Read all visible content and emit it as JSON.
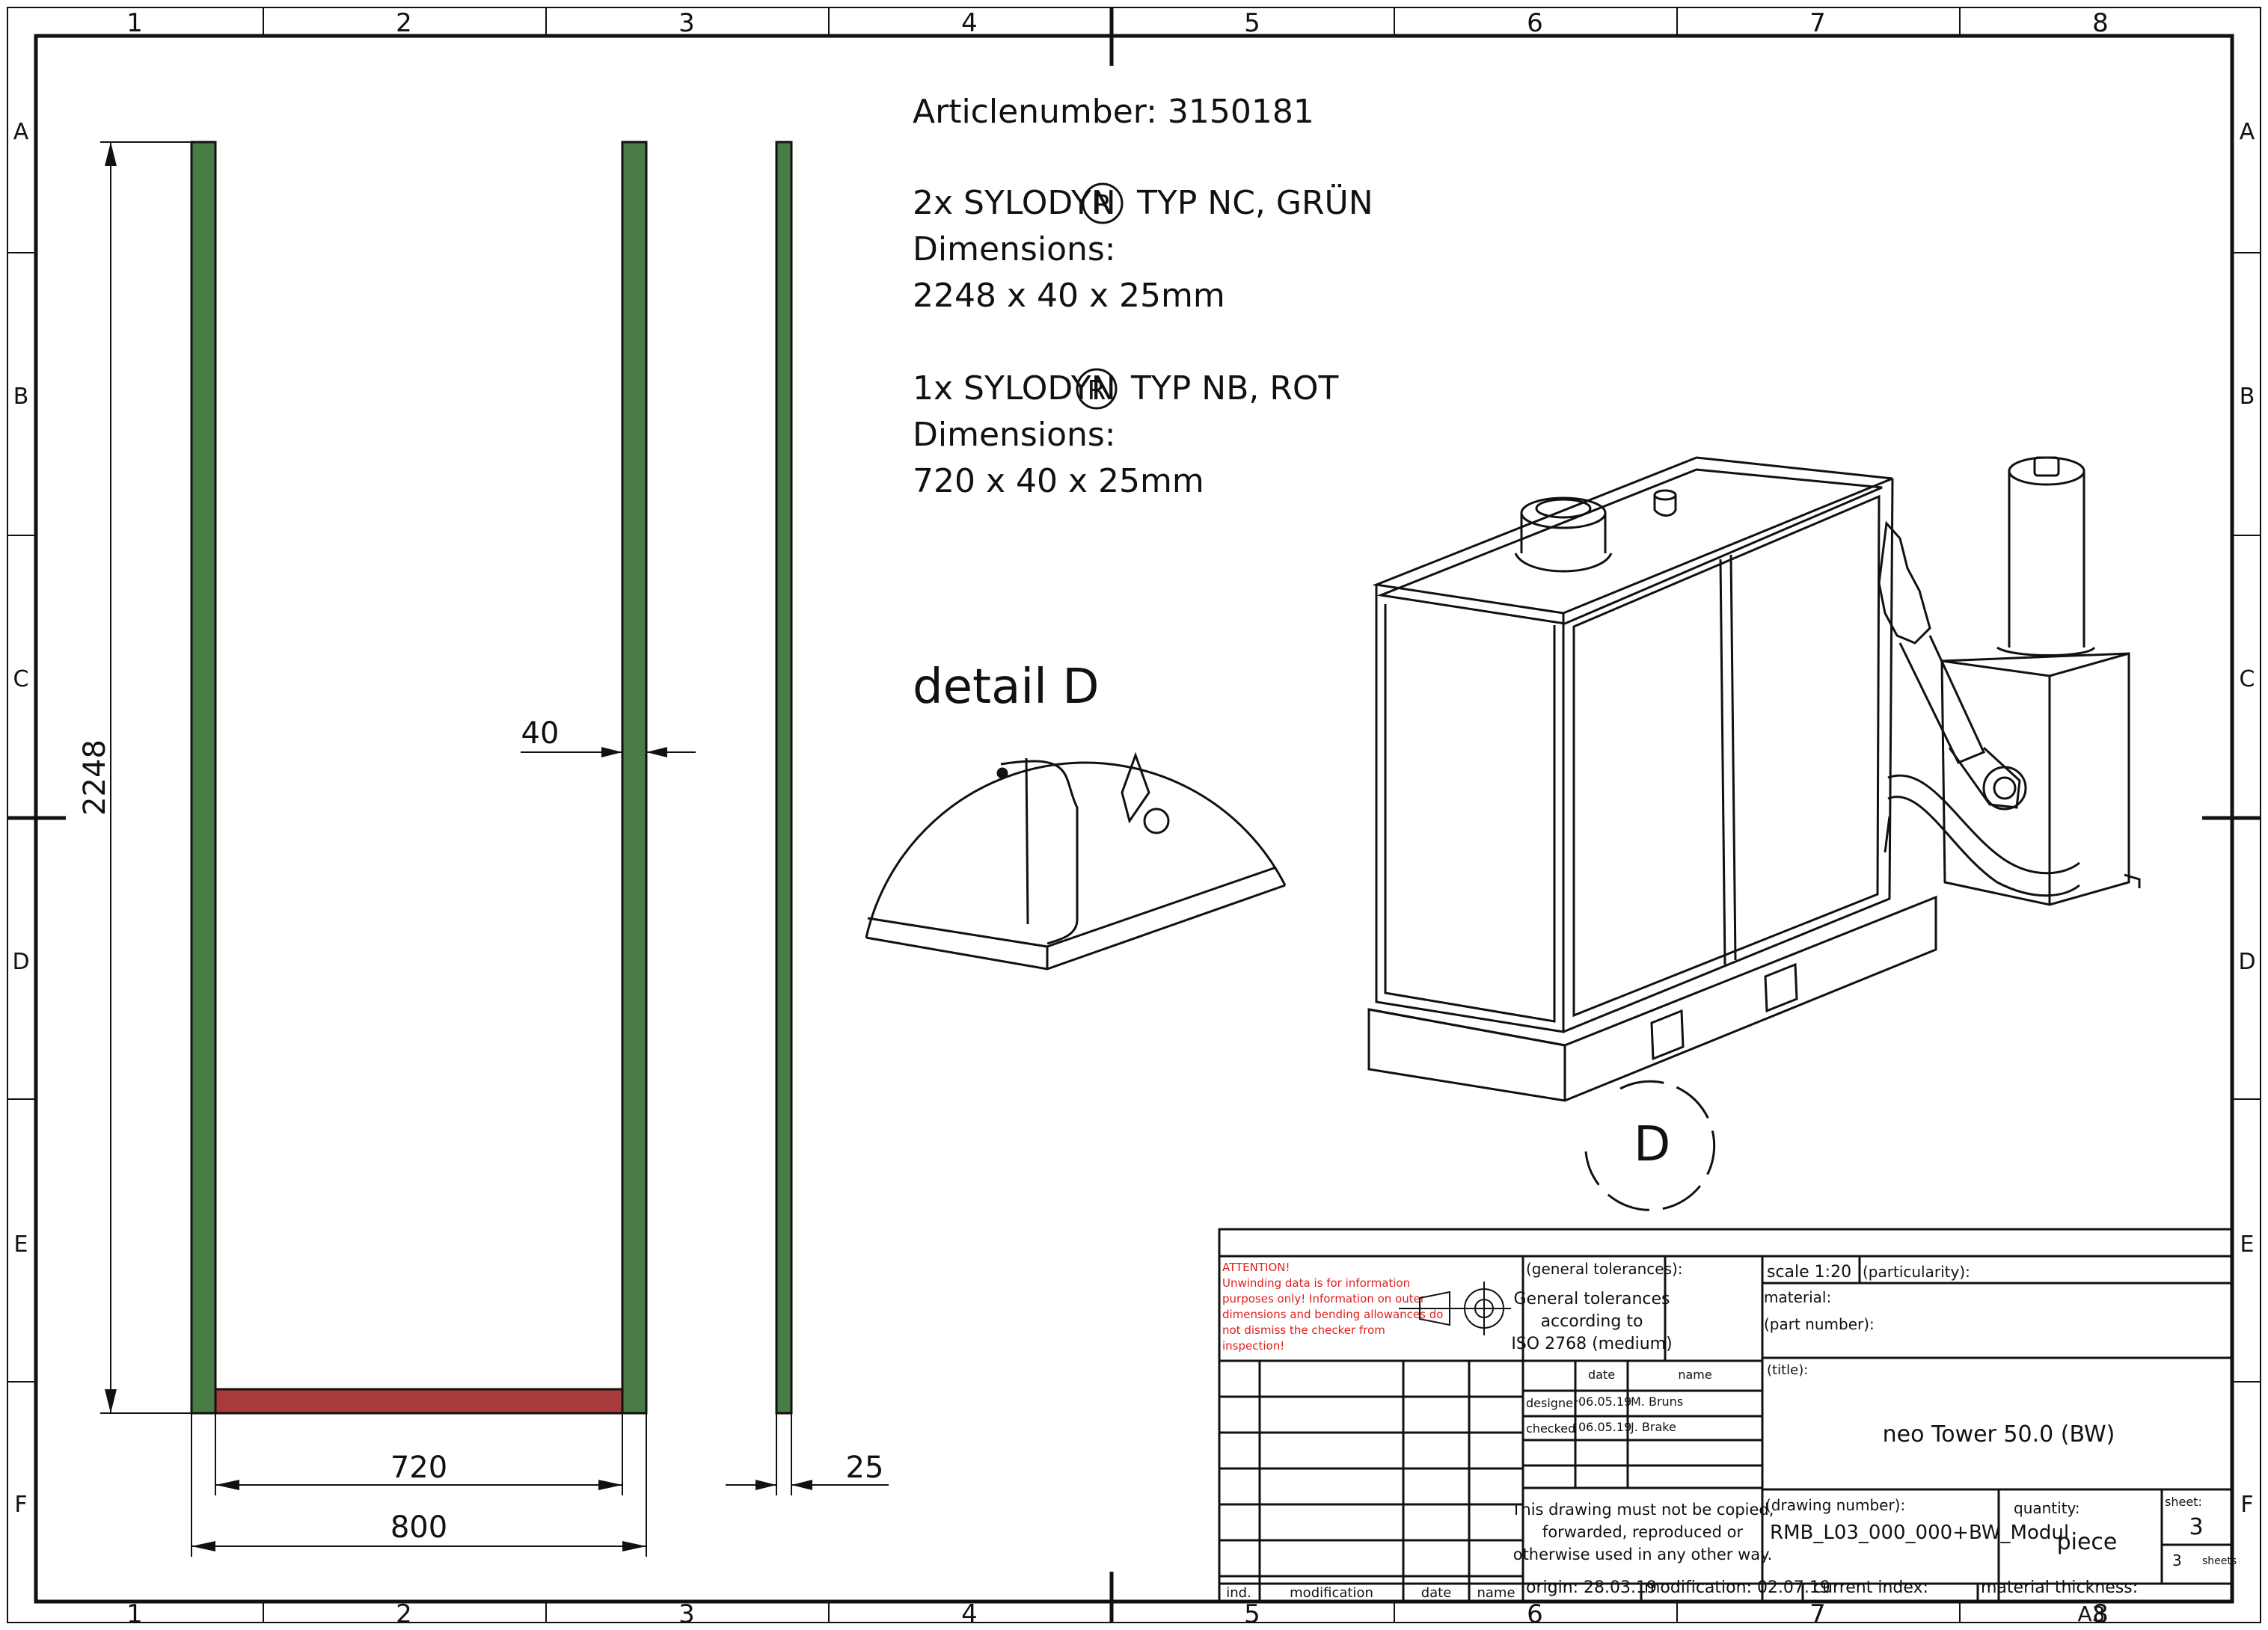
{
  "frame": {
    "columns": [
      "1",
      "2",
      "3",
      "4",
      "5",
      "6",
      "7",
      "8"
    ],
    "rows": [
      "A",
      "B",
      "C",
      "D",
      "E",
      "F"
    ]
  },
  "notes": {
    "article": "Articlenumber: 3150181",
    "strip1_qty": "2x SYLODYN",
    "strip1_type": "TYP NC, GRÜN",
    "strip1_dim_label": "Dimensions:",
    "strip1_dims": "2248 x 40 x 25mm",
    "strip2_qty": "1x SYLODYN",
    "strip2_type": "TYP NB, ROT",
    "strip2_dim_label": "Dimensions:",
    "strip2_dims": "720 x 40 x 25mm",
    "registered_symbol": "R"
  },
  "dimensions": {
    "height": "2248",
    "width_strip": "40",
    "inner_width": "720",
    "outer_width": "800",
    "thickness": "25"
  },
  "detail": {
    "title": "detail  D",
    "marker": "D"
  },
  "colors": {
    "green_strip": "#4a7c45",
    "red_strip": "#a93a3c",
    "line": "#111111",
    "attention_text": "#e0201c"
  },
  "title_block": {
    "attention_lines": [
      "ATTENTION!",
      "Unwinding data is for information",
      "purposes only! Information on outer",
      "dimensions and bending allowances do",
      "not dismiss the checker from",
      "inspection!"
    ],
    "general_tolerances_label": "(general tolerances):",
    "tolerance_lines": [
      "General tolerances",
      "according to",
      "ISO 2768 (medium)"
    ],
    "scale": "scale 1:20",
    "particularity": "(particularity):",
    "material": "material:",
    "part_number": "(part number):",
    "title_label": "(title):",
    "title_value": "neo Tower 50.0 (BW)",
    "date_header": "date",
    "name_header": "name",
    "designer_label": "designer",
    "designer_date": "06.05.19",
    "designer_name": "M. Bruns",
    "checked_label": "checked",
    "checked_date": "06.05.19",
    "checked_name": "J. Brake",
    "copy_lines": [
      "This drawing must not be copied,",
      "forwarded, reproduced or",
      "otherwise used in any other way."
    ],
    "drawing_number_label": "(drawing number):",
    "drawing_number": "RMB_L03_000_000+BW_Modul",
    "quantity_label": "quantity:",
    "quantity": "piece",
    "sheet_label": "sheet:",
    "sheet": "3",
    "sheets_total": "3",
    "sheets_label": "sheets",
    "rev_ind": "ind.",
    "rev_modification": "modification",
    "rev_date": "date",
    "rev_name": "name",
    "origin": "origin:  28.03.19",
    "modification": "modification:  02.07.19",
    "current_index": "current index:",
    "material_thickness": "material thickness:",
    "format": "A3"
  }
}
